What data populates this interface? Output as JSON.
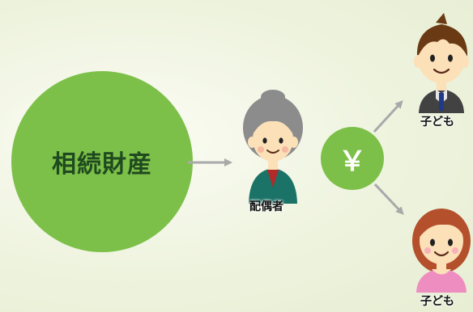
{
  "estate": {
    "label": "相続財産"
  },
  "spouse": {
    "label": "配偶者"
  },
  "money": {
    "symbol": "￥"
  },
  "child_top": {
    "label": "子ども"
  },
  "child_bottom": {
    "label": "子ども"
  },
  "colors": {
    "circle_green": "#7dc049",
    "arrow_gray": "#a9a9a9",
    "skin": "#fbe0b8",
    "spouse_hair": "#8c8c8c",
    "spouse_top": "#1b7266",
    "spouse_collar": "#b22a2a",
    "boy_hair": "#6a3a14",
    "boy_shirt": "#424242",
    "boy_tie": "#1f3a88",
    "girl_hair": "#b4502c",
    "girl_shirt": "#ee8ec0"
  },
  "icons": {
    "spouse": "elderly-woman-icon",
    "child_top": "boy-icon",
    "child_bottom": "girl-icon",
    "arrow": "arrow-icon"
  }
}
